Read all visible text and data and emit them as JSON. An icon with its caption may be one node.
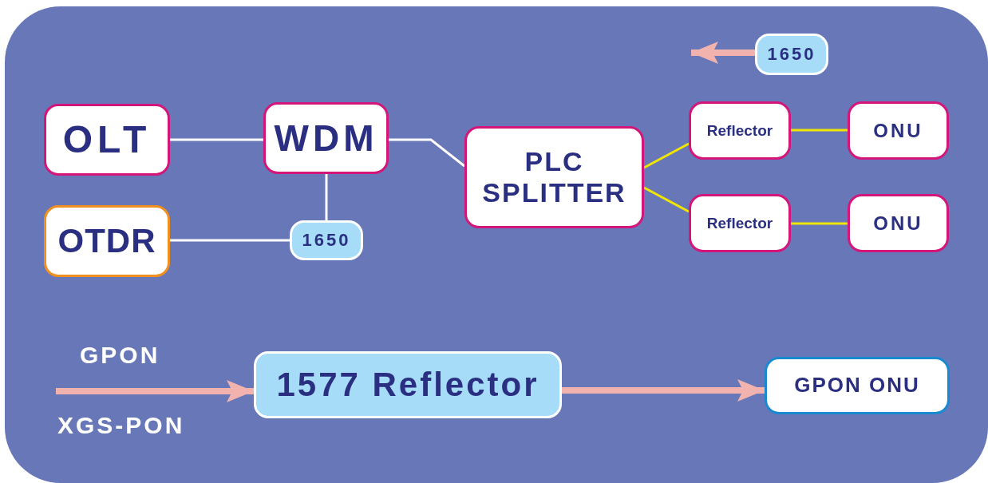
{
  "diagram": {
    "nodes": [
      {
        "text": [
          "OLT"
        ]
      },
      {
        "text": [
          "WDM"
        ]
      },
      {
        "text": [
          "PLC SPLITTER"
        ]
      },
      {
        "text": [
          "Reflector"
        ]
      },
      {
        "text": [
          "ONU"
        ]
      },
      {
        "text": [
          "OTDR"
        ]
      },
      {
        "text": [
          "1650"
        ]
      },
      {
        "text": [
          "Reflector"
        ]
      },
      {
        "text": [
          "ONU"
        ]
      },
      {
        "text": [
          "1650"
        ]
      },
      {
        "text": [
          "1577 Reflector"
        ]
      },
      {
        "text": [
          "GPON ONU"
        ]
      }
    ],
    "edges": [
      {
        "from": 0,
        "to": 1,
        "arrow": "none"
      },
      {
        "from": 1,
        "to": 2,
        "arrow": "none"
      },
      {
        "from": 1,
        "to": 6,
        "arrow": "none"
      },
      {
        "from": 5,
        "to": 6,
        "arrow": "none"
      },
      {
        "from": 2,
        "to": 3,
        "arrow": "none",
        "color": "#f2e600"
      },
      {
        "from": 2,
        "to": 7,
        "arrow": "none",
        "color": "#f2e600"
      },
      {
        "from": 3,
        "to": 4,
        "arrow": "none",
        "color": "#f2e600"
      },
      {
        "from": 7,
        "to": 8,
        "arrow": "none",
        "color": "#f2e600"
      },
      {
        "from": 9,
        "to": null,
        "arrow": "to",
        "style": "thick",
        "color": "#f2b2ae"
      },
      {
        "from": null,
        "to": 10,
        "arrow": "to",
        "style": "thick",
        "color": "#f2b2ae"
      },
      {
        "from": 10,
        "to": 11,
        "arrow": "to",
        "style": "thick",
        "color": "#f2b2ae"
      }
    ],
    "labels": [
      "GPON",
      "XGS-PON"
    ]
  }
}
